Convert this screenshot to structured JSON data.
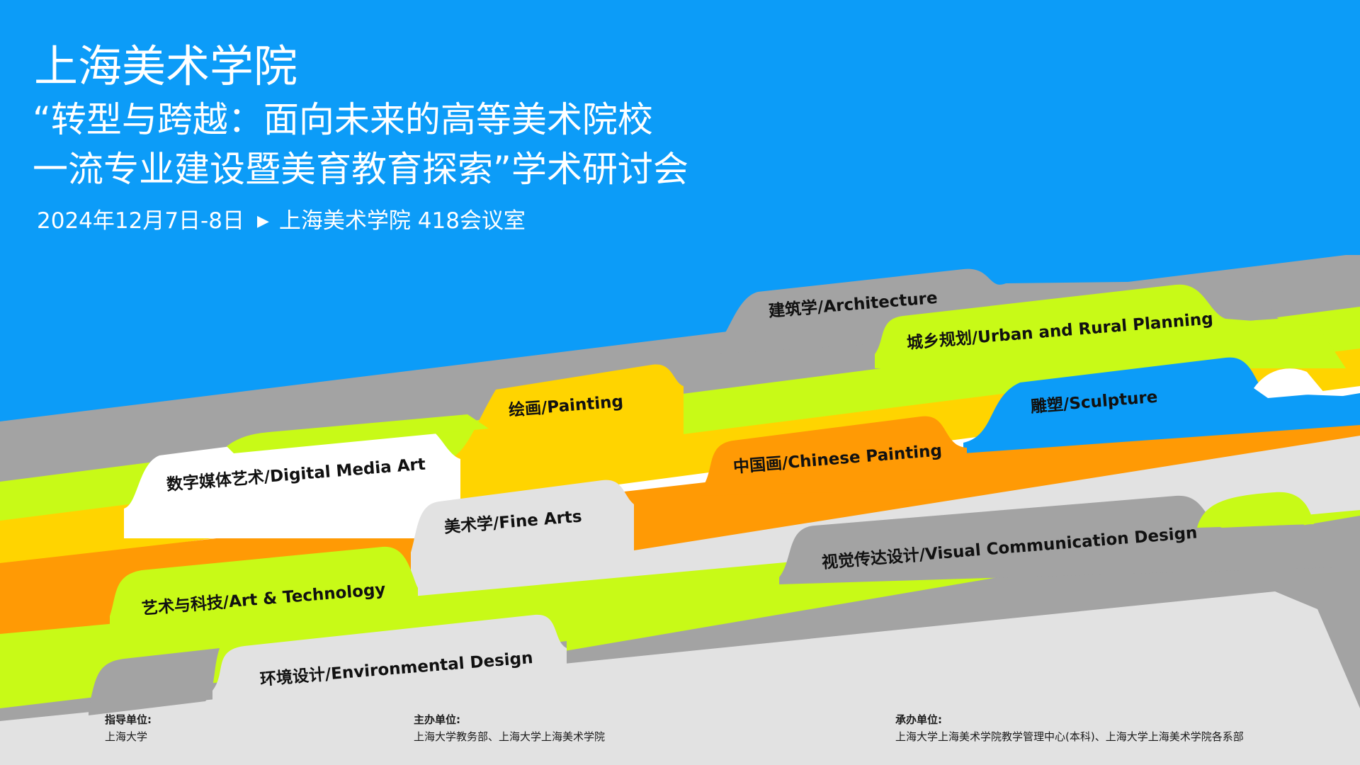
{
  "header": {
    "school": "上海美术学院",
    "title_line1": "“转型与跨越：面向未来的高等美术院校",
    "title_line2": "一流专业建设暨美育教育探索”学术研讨会",
    "date": "2024年12月7日-8日",
    "venue": "上海美术学院 418会议室"
  },
  "disciplines": [
    {
      "label": "建筑学/Architecture",
      "color": "#a3a3a3"
    },
    {
      "label": "城乡规划/Urban and Rural Planning",
      "color": "#c8fa17"
    },
    {
      "label": "绘画/Painting",
      "color": "#ffd400"
    },
    {
      "label": "雕塑/Sculpture",
      "color": "#0c9cf8"
    },
    {
      "label": "数字媒体艺术/Digital Media Art",
      "color": "#ffffff"
    },
    {
      "label": "中国画/Chinese Painting",
      "color": "#ff9a05"
    },
    {
      "label": "美术学/Fine Arts",
      "color": "#e2e2e2"
    },
    {
      "label": "视觉传达设计/Visual Communication Design",
      "color": "#a3a3a3"
    },
    {
      "label": "艺术与科技/Art & Technology",
      "color": "#c8fa17"
    },
    {
      "label": "环境设计/Environmental Design",
      "color": "#e2e2e2"
    }
  ],
  "organizers": {
    "guide_caption": "指导单位:",
    "guide_value": "上海大学",
    "host_caption": "主办单位:",
    "host_value": "上海大学教务部、上海大学上海美术学院",
    "undertake_caption": "承办单位:",
    "undertake_value": "上海大学上海美术学院教学管理中心(本科)、上海大学上海美术学院各系部"
  },
  "colors": {
    "sky_blue": "#0c9cf8",
    "gray": "#a3a3a3",
    "lime": "#c8fa17",
    "yellow": "#ffd400",
    "white": "#ffffff",
    "orange": "#ff9a05",
    "light_gray": "#e2e2e2"
  }
}
